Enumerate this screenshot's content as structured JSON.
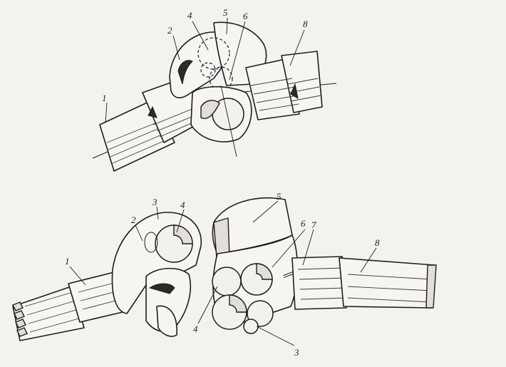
{
  "figure": {
    "assembled_labels": [
      "1",
      "2",
      "4",
      "5",
      "6",
      "8"
    ],
    "exploded_labels": [
      "1",
      "2",
      "3",
      "4",
      "5",
      "6",
      "7",
      "8",
      "4",
      "3"
    ]
  }
}
